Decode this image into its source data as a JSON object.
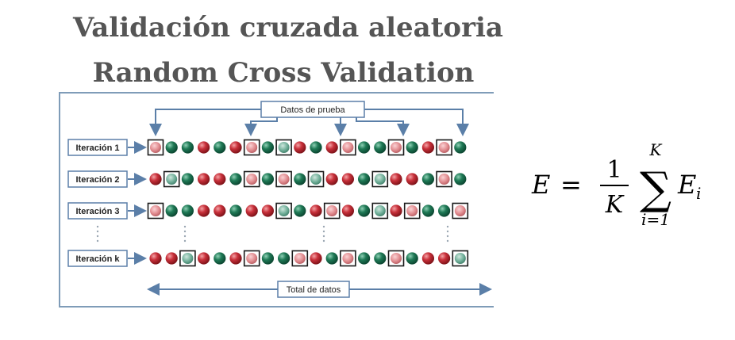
{
  "title": {
    "line1": "Validación cruzada aleatoria",
    "line2": "Random Cross Validation"
  },
  "diagram": {
    "test_data_label": "Datos de prueba",
    "total_label": "Total de datos",
    "colors": {
      "green": "#1f7a56",
      "red": "#c8303a",
      "box_green": "#6fae98",
      "box_red": "#e08a8e",
      "arrow": "#5b7fa8",
      "frame": "#7f9cb8"
    },
    "rows": [
      {
        "label": "Iteración 1",
        "colors": [
          "r",
          "g",
          "g",
          "r",
          "g",
          "r",
          "r",
          "g",
          "g",
          "r",
          "g",
          "r",
          "r",
          "g",
          "g",
          "r",
          "g",
          "r",
          "r",
          "g"
        ],
        "boxed": [
          1,
          0,
          0,
          0,
          0,
          0,
          1,
          0,
          1,
          0,
          0,
          0,
          1,
          0,
          0,
          1,
          0,
          0,
          1,
          0
        ]
      },
      {
        "label": "Iteración 2",
        "colors": [
          "r",
          "g",
          "g",
          "r",
          "r",
          "g",
          "r",
          "g",
          "r",
          "g",
          "g",
          "r",
          "r",
          "g",
          "g",
          "r",
          "r",
          "g",
          "r",
          "g"
        ],
        "boxed": [
          0,
          1,
          0,
          0,
          0,
          0,
          1,
          0,
          1,
          0,
          1,
          0,
          0,
          0,
          1,
          0,
          0,
          0,
          1,
          0
        ]
      },
      {
        "label": "Iteración 3",
        "colors": [
          "r",
          "g",
          "g",
          "r",
          "r",
          "g",
          "r",
          "r",
          "g",
          "g",
          "r",
          "r",
          "r",
          "g",
          "g",
          "r",
          "r",
          "g",
          "g",
          "r"
        ],
        "boxed": [
          1,
          0,
          0,
          0,
          0,
          0,
          0,
          0,
          1,
          0,
          0,
          1,
          0,
          0,
          1,
          0,
          1,
          0,
          0,
          1
        ]
      },
      {
        "label": "Iteración k",
        "colors": [
          "r",
          "r",
          "g",
          "r",
          "g",
          "r",
          "r",
          "g",
          "g",
          "r",
          "r",
          "g",
          "r",
          "g",
          "g",
          "r",
          "g",
          "r",
          "r",
          "g"
        ],
        "boxed": [
          0,
          0,
          1,
          0,
          0,
          0,
          1,
          0,
          0,
          1,
          0,
          0,
          1,
          0,
          0,
          1,
          0,
          0,
          0,
          1
        ]
      }
    ]
  },
  "formula": {
    "lhs": "E",
    "equals": "=",
    "numerator": "1",
    "denominator": "K",
    "sigma": "∑",
    "upper": "K",
    "lower": "i=1",
    "term": "E",
    "subscript": "i"
  }
}
